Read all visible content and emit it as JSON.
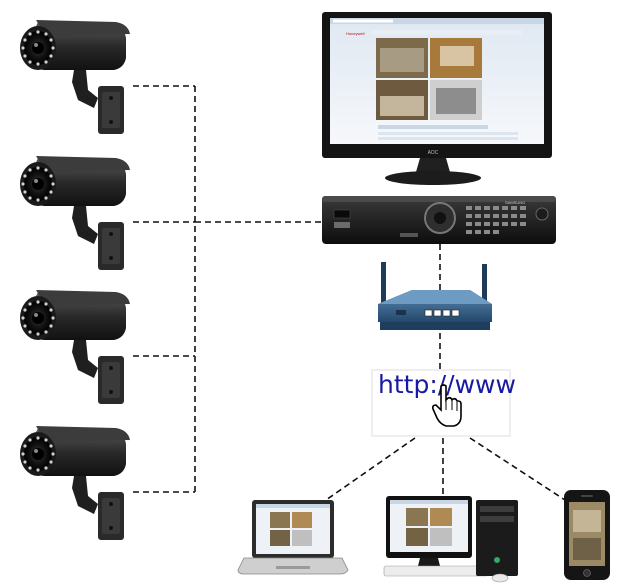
{
  "diagram": {
    "cameras": [
      {
        "id": "camera-1"
      },
      {
        "id": "camera-2"
      },
      {
        "id": "camera-3"
      },
      {
        "id": "camera-4"
      }
    ],
    "monitor": {
      "brand": "AOC",
      "screen_title": "Honeywell"
    },
    "dvr": {
      "brand": "SAMSUNG"
    },
    "router": {},
    "internet": {
      "label": "http://www"
    },
    "clients": [
      "laptop",
      "desktop-pc",
      "smartphone"
    ]
  },
  "colors": {
    "camera_body": "#2b2b2b",
    "link_line": "#111111",
    "url_text": "#1a1aa0",
    "router_blue": "#2f5d86"
  }
}
